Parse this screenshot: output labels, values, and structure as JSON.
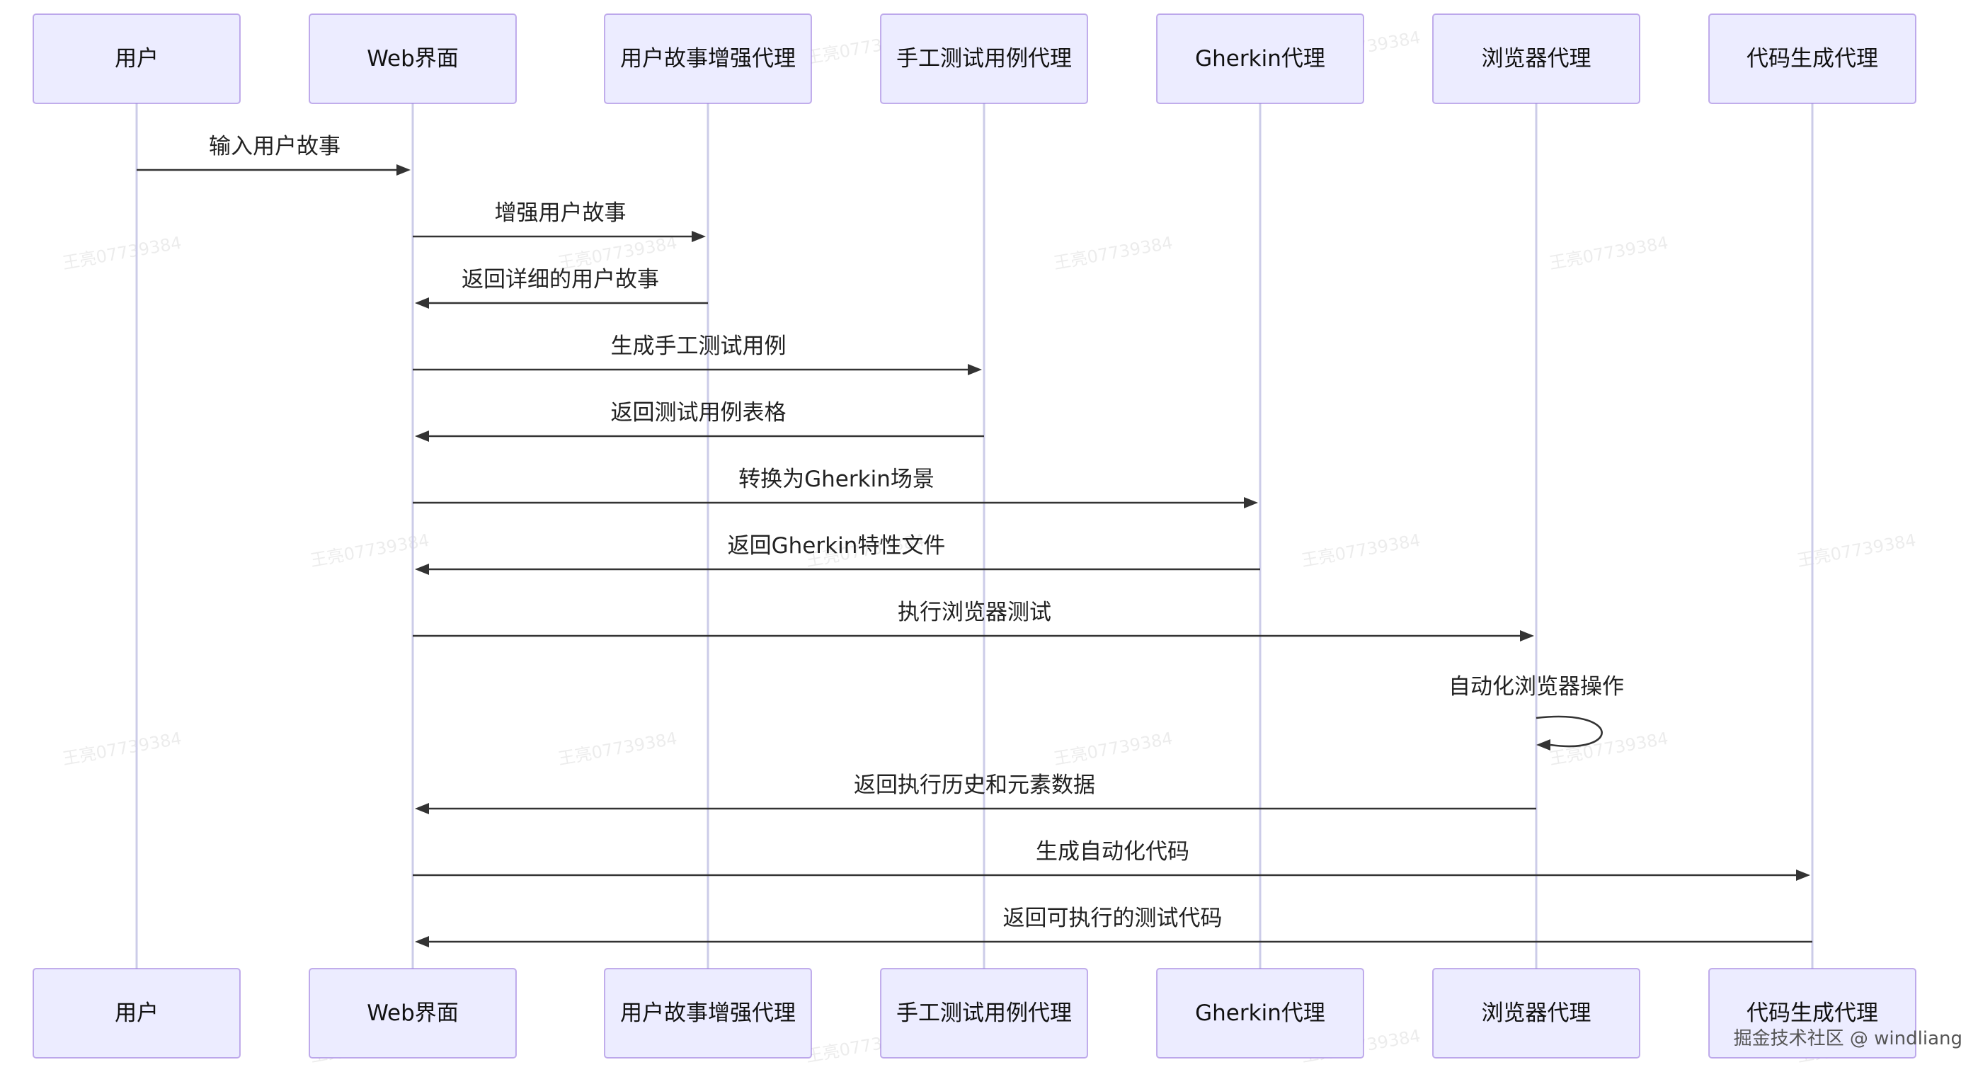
{
  "participants": [
    {
      "id": "user",
      "label": "用户"
    },
    {
      "id": "web",
      "label": "Web界面"
    },
    {
      "id": "story",
      "label": "用户故事增强代理"
    },
    {
      "id": "manual",
      "label": "手工测试用例代理"
    },
    {
      "id": "gherkin",
      "label": "Gherkin代理"
    },
    {
      "id": "browser",
      "label": "浏览器代理"
    },
    {
      "id": "codegen",
      "label": "代码生成代理"
    }
  ],
  "messages": [
    {
      "from": "user",
      "to": "web",
      "label": "输入用户故事"
    },
    {
      "from": "web",
      "to": "story",
      "label": "增强用户故事"
    },
    {
      "from": "story",
      "to": "web",
      "label": "返回详细的用户故事"
    },
    {
      "from": "web",
      "to": "manual",
      "label": "生成手工测试用例"
    },
    {
      "from": "manual",
      "to": "web",
      "label": "返回测试用例表格"
    },
    {
      "from": "web",
      "to": "gherkin",
      "label": "转换为Gherkin场景"
    },
    {
      "from": "gherkin",
      "to": "web",
      "label": "返回Gherkin特性文件"
    },
    {
      "from": "web",
      "to": "browser",
      "label": "执行浏览器测试"
    },
    {
      "from": "browser",
      "to": "browser",
      "label": "自动化浏览器操作"
    },
    {
      "from": "browser",
      "to": "web",
      "label": "返回执行历史和元素数据"
    },
    {
      "from": "web",
      "to": "codegen",
      "label": "生成自动化代码"
    },
    {
      "from": "codegen",
      "to": "web",
      "label": "返回可执行的测试代码"
    }
  ],
  "watermark": "王亮07739384",
  "footer": "掘金技术社区 @ windliang",
  "colors": {
    "actor_fill": "#ECECFF",
    "actor_border": "#9370DB",
    "lifeline": "#CCCCE8",
    "message": "#333333",
    "text": "#111111"
  }
}
